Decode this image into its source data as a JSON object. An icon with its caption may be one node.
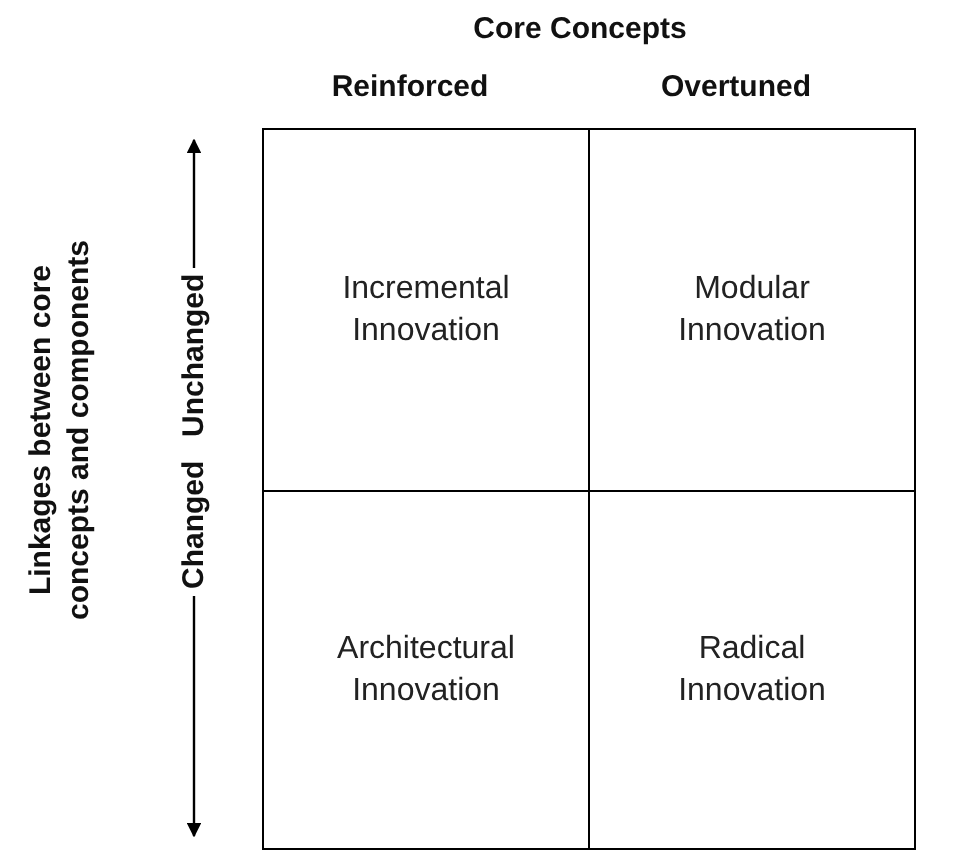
{
  "diagram": {
    "nodes": [
      {
        "text": [
          "Incremental Innovation"
        ]
      },
      {
        "text": [
          "Modular Innovation"
        ]
      },
      {
        "text": [
          "Architectural Innovation"
        ]
      },
      {
        "text": [
          "Radical Innovation"
        ]
      }
    ],
    "labels": [
      "Core Concepts",
      "Reinforced",
      "Overtuned",
      "Linkages between core concepts and components",
      "Unchanged",
      "Changed"
    ]
  }
}
